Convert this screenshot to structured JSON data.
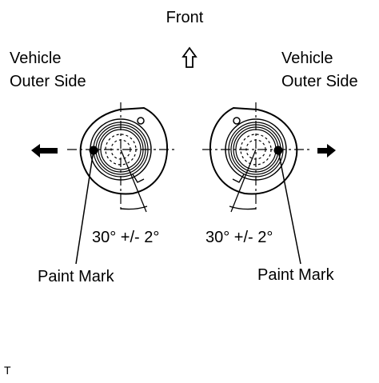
{
  "front_label": "Front",
  "left_side_label": {
    "line1": "Vehicle",
    "line2": "Outer Side"
  },
  "right_side_label": {
    "line1": "Vehicle",
    "line2": "Outer Side"
  },
  "left_angle_label": "30° +/- 2°",
  "right_angle_label": "30° +/- 2°",
  "left_paint_mark_label": "Paint Mark",
  "right_paint_mark_label": "Paint Mark",
  "corner_code": "T",
  "colors": {
    "ink": "#000000",
    "background": "#ffffff"
  }
}
